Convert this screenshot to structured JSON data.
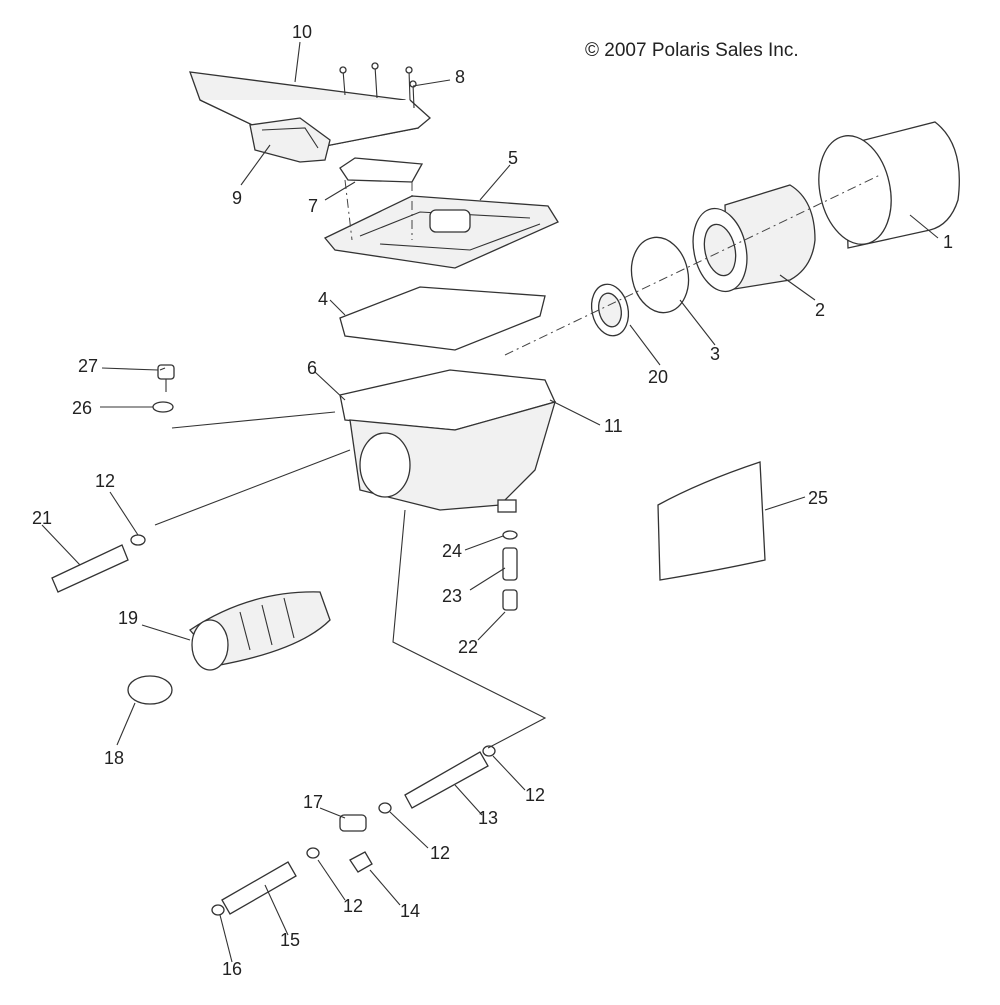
{
  "copyright": "© 2007 Polaris Sales Inc.",
  "callouts": [
    "1",
    "2",
    "3",
    "4",
    "5",
    "6",
    "7",
    "8",
    "9",
    "10",
    "11",
    "12",
    "13",
    "14",
    "15",
    "16",
    "17",
    "18",
    "19",
    "20",
    "21",
    "22",
    "23",
    "24",
    "25",
    "26",
    "27"
  ]
}
